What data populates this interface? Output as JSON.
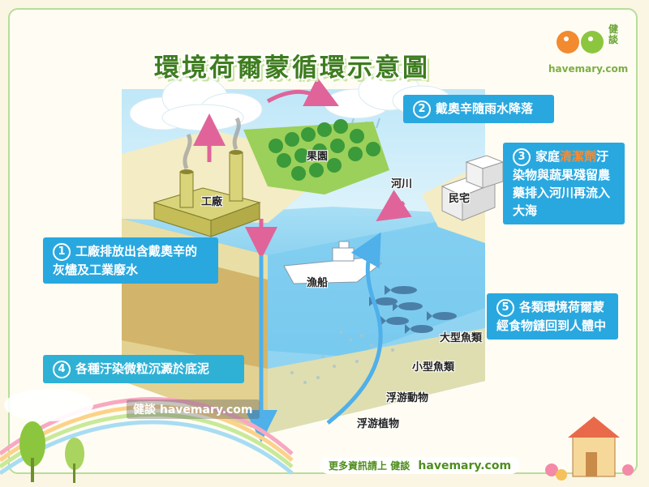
{
  "title": "環境荷爾蒙循環示意圖",
  "logo": {
    "brand": "健談",
    "url": "havemary.com"
  },
  "labels": {
    "step1_num": "1",
    "step1_text": "工廠排放出含戴奧辛的灰燼及工業廢水",
    "step2_num": "2",
    "step2_text": "戴奧辛隨雨水降落",
    "step3_num": "3",
    "step3_pre": "家庭",
    "step3_hl": "清潔劑",
    "step3_post": "汙染物與蔬果殘留農藥排入河川再流入大海",
    "step4_num": "4",
    "step4_text": "各種汙染微粒沉澱於底泥",
    "step5_num": "5",
    "step5_text": "各類環境荷爾蒙經食物鏈回到人體中"
  },
  "places": {
    "factory": "工廠",
    "orchard": "果園",
    "river": "河川",
    "house": "民宅",
    "boat": "漁船",
    "big_fish": "大型魚類",
    "small_fish": "小型魚類",
    "zooplankton": "浮游動物",
    "phytoplankton": "浮游植物"
  },
  "watermark": {
    "brand": "健談",
    "url": "havemary.com"
  },
  "footer": {
    "text": "更多資訊請上",
    "brand": "健談",
    "url": "havemary.com"
  },
  "colors": {
    "label_blue": "#29a8e0",
    "label_teal": "#2fb1d6",
    "highlight": "#ff8a2a",
    "arrow_pink": "#e0649a",
    "arrow_blue": "#4fb0ea",
    "sea": "#8fd3f1",
    "grass": "#8cc63f",
    "sand": "#e8dfaa"
  }
}
